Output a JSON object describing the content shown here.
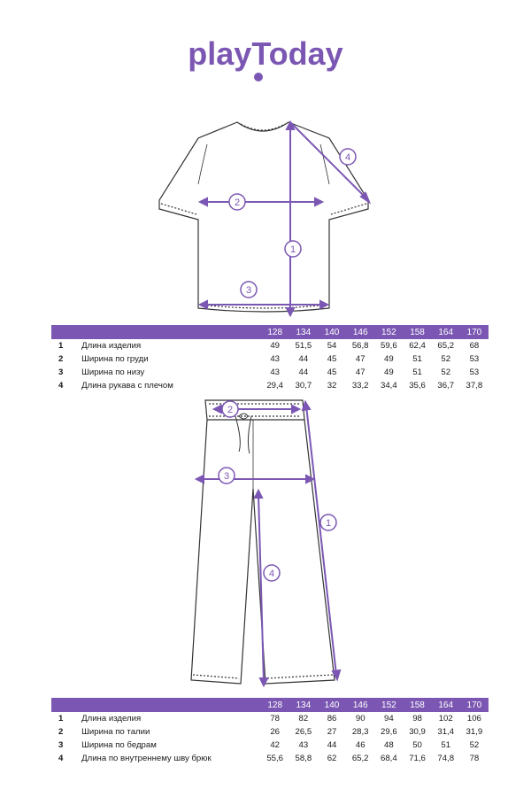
{
  "brand": {
    "name": "playToday",
    "color": "#7b57b3"
  },
  "shirt": {
    "markers": [
      "1",
      "2",
      "3",
      "4"
    ],
    "table": {
      "sizes": [
        "128",
        "134",
        "140",
        "146",
        "152",
        "158",
        "164",
        "170"
      ],
      "rows": [
        {
          "num": "1",
          "name": "Длина изделия",
          "values": [
            "49",
            "51,5",
            "54",
            "56,8",
            "59,6",
            "62,4",
            "65,2",
            "68"
          ]
        },
        {
          "num": "2",
          "name": "Ширина по груди",
          "values": [
            "43",
            "44",
            "45",
            "47",
            "49",
            "51",
            "52",
            "53"
          ]
        },
        {
          "num": "3",
          "name": "Ширина по низу",
          "values": [
            "43",
            "44",
            "45",
            "47",
            "49",
            "51",
            "52",
            "53"
          ]
        },
        {
          "num": "4",
          "name": "Длина рукава с плечом",
          "values": [
            "29,4",
            "30,7",
            "32",
            "33,2",
            "34,4",
            "35,6",
            "36,7",
            "37,8"
          ]
        }
      ]
    }
  },
  "pants": {
    "markers": [
      "1",
      "2",
      "3",
      "4"
    ],
    "table": {
      "sizes": [
        "128",
        "134",
        "140",
        "146",
        "152",
        "158",
        "164",
        "170"
      ],
      "rows": [
        {
          "num": "1",
          "name": "Длина изделия",
          "values": [
            "78",
            "82",
            "86",
            "90",
            "94",
            "98",
            "102",
            "106"
          ]
        },
        {
          "num": "2",
          "name": "Ширина по талии",
          "values": [
            "26",
            "26,5",
            "27",
            "28,3",
            "29,6",
            "30,9",
            "31,4",
            "31,9"
          ]
        },
        {
          "num": "3",
          "name": "Ширина по бедрам",
          "values": [
            "42",
            "43",
            "44",
            "46",
            "48",
            "50",
            "51",
            "52"
          ]
        },
        {
          "num": "4",
          "name": "Длина по внутреннему шву брюк",
          "values": [
            "55,6",
            "58,8",
            "62",
            "65,2",
            "68,4",
            "71,6",
            "74,8",
            "78"
          ]
        }
      ]
    }
  }
}
